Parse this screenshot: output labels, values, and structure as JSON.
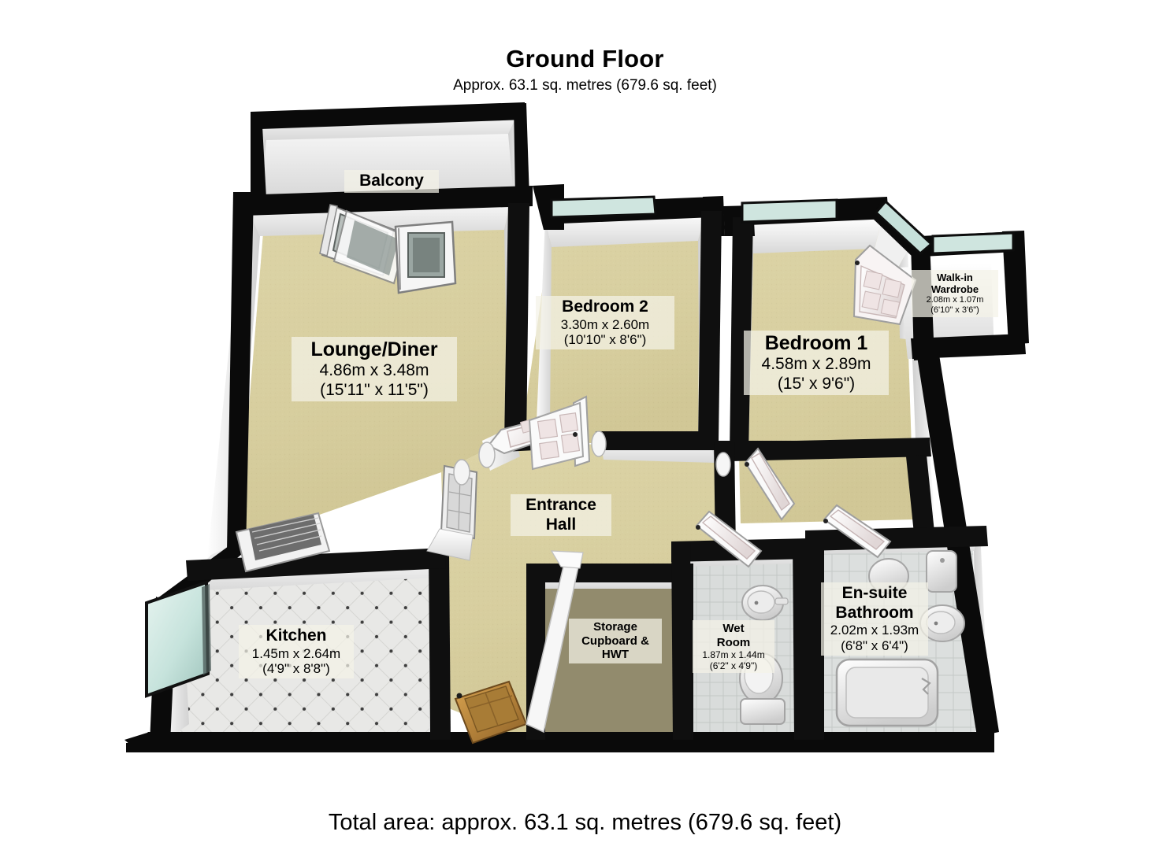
{
  "header": {
    "title": "Ground Floor",
    "subtitle": "Approx. 63.1 sq. metres (679.6 sq. feet)"
  },
  "footer": {
    "total_area": "Total area: approx. 63.1 sq. metres (679.6 sq. feet)"
  },
  "colors": {
    "wall_outline": "#0a0a0a",
    "wall_face": "#f2f2f2",
    "wall_shade": "#d9d9d9",
    "carpet": "#d8cfa0",
    "carpet_dark": "#b9ae7e",
    "tile_kitchen": "#e3e3e3",
    "tile_bath": "#d6d9d8",
    "glass": "#cfe8e2",
    "door_wood": "#bf8f3f",
    "background": "#ffffff"
  },
  "rooms": [
    {
      "id": "balcony",
      "name": "Balcony",
      "dim_m": "",
      "dim_ft": ""
    },
    {
      "id": "lounge-diner",
      "name": "Lounge/Diner",
      "dim_m": "4.86m x 3.48m",
      "dim_ft": "(15'11\" x 11'5\")"
    },
    {
      "id": "bedroom-2",
      "name": "Bedroom 2",
      "dim_m": "3.30m x 2.60m",
      "dim_ft": "(10'10\" x 8'6\")"
    },
    {
      "id": "bedroom-1",
      "name": "Bedroom 1",
      "dim_m": "4.58m x 2.89m",
      "dim_ft": "(15' x 9'6\")"
    },
    {
      "id": "walk-in-wardrobe",
      "name": "Walk-in Wardrobe",
      "name_line1": "Walk-in",
      "name_line2": "Wardrobe",
      "dim_m": "2.08m x 1.07m",
      "dim_ft": "(6'10\" x 3'6\")"
    },
    {
      "id": "entrance-hall",
      "name": "Entrance Hall",
      "name_line1": "Entrance",
      "name_line2": "Hall",
      "dim_m": "",
      "dim_ft": ""
    },
    {
      "id": "kitchen",
      "name": "Kitchen",
      "dim_m": "1.45m x 2.64m",
      "dim_ft": "(4'9\" x 8'8\")"
    },
    {
      "id": "storage-cupboard",
      "name": "Storage Cupboard & HWT",
      "name_line1": "Storage",
      "name_line2": "Cupboard &",
      "name_line3": "HWT",
      "dim_m": "",
      "dim_ft": ""
    },
    {
      "id": "wet-room",
      "name": "Wet Room",
      "name_line1": "Wet",
      "name_line2": "Room",
      "dim_m": "1.87m x 1.44m",
      "dim_ft": "(6'2\" x 4'9\")"
    },
    {
      "id": "en-suite-bathroom",
      "name": "En-suite Bathroom",
      "name_line1": "En-suite",
      "name_line2": "Bathroom",
      "dim_m": "2.02m x 1.93m",
      "dim_ft": "(6'8\" x 6'4\")"
    }
  ],
  "fixtures": [
    {
      "id": "front-door",
      "name": "front-entrance-door"
    },
    {
      "id": "balcony-doors",
      "name": "balcony-french-doors"
    },
    {
      "id": "lounge-window",
      "name": "lounge-window"
    },
    {
      "id": "kitchen-window",
      "name": "kitchen-window"
    },
    {
      "id": "wardrobe-door",
      "name": "walk-in-wardrobe-door"
    },
    {
      "id": "toilet",
      "name": "wet-room-toilet"
    },
    {
      "id": "wet-room-sink",
      "name": "wet-room-sink"
    },
    {
      "id": "bathtub",
      "name": "en-suite-bathtub"
    },
    {
      "id": "ensuite-sink",
      "name": "en-suite-sink"
    },
    {
      "id": "ensuite-toilet",
      "name": "en-suite-toilet"
    },
    {
      "id": "kitchen-counter",
      "name": "kitchen-counter"
    }
  ]
}
